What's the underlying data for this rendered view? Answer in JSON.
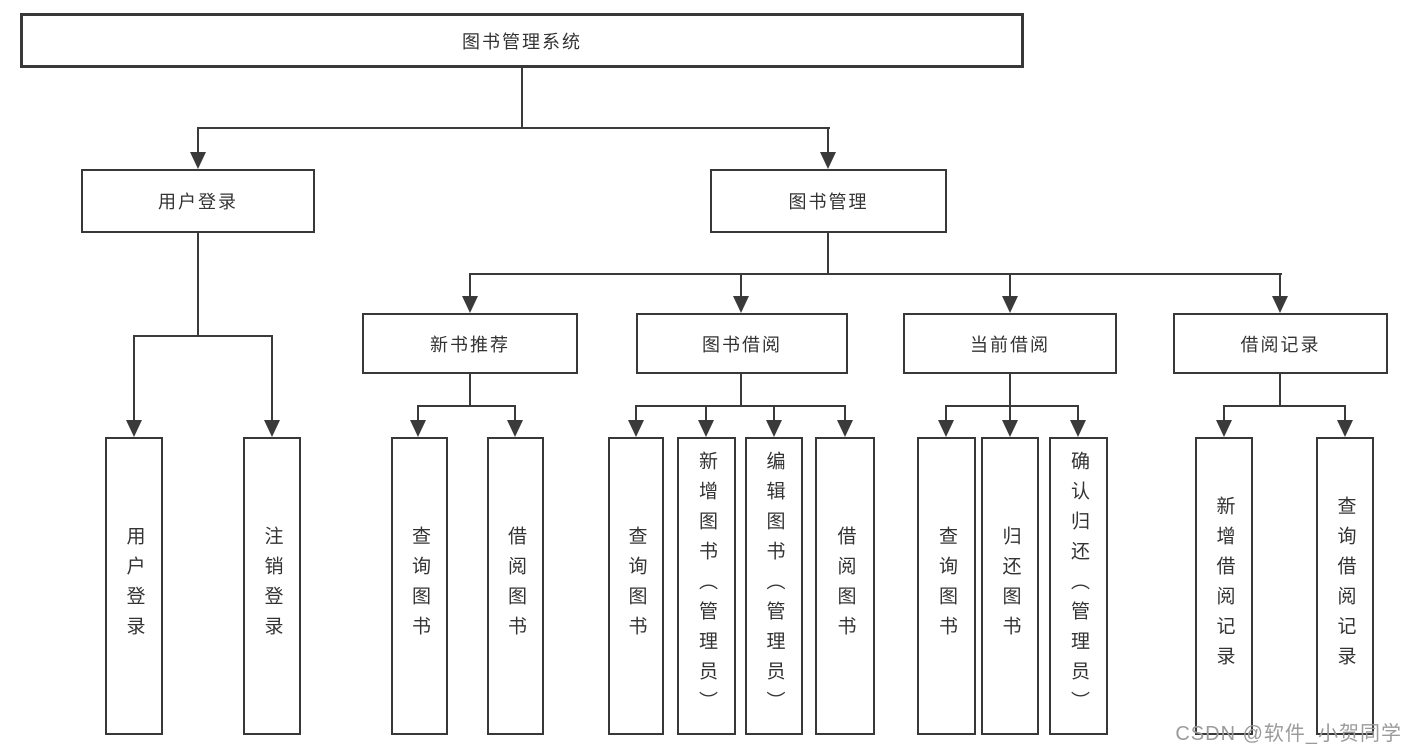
{
  "diagram": {
    "root": {
      "label": "图书管理系统"
    },
    "level2": [
      {
        "label": "用户登录"
      },
      {
        "label": "图书管理"
      }
    ],
    "level3": [
      {
        "label": "新书推荐"
      },
      {
        "label": "图书借阅"
      },
      {
        "label": "当前借阅"
      },
      {
        "label": "借阅记录"
      }
    ],
    "leaves": [
      {
        "label": "用户登录"
      },
      {
        "label": "注销登录"
      },
      {
        "label": "查询图书"
      },
      {
        "label": "借阅图书"
      },
      {
        "label": "查询图书"
      },
      {
        "label": "新增图书（管理员）"
      },
      {
        "label": "编辑图书（管理员）"
      },
      {
        "label": "借阅图书"
      },
      {
        "label": "查询图书"
      },
      {
        "label": "归还图书"
      },
      {
        "label": "确认归还（管理员）"
      },
      {
        "label": "新增借阅记录"
      },
      {
        "label": "查询借阅记录"
      }
    ],
    "watermark": "CSDN @软件_小贺同学",
    "colors": {
      "line": "#3a3a3a",
      "border": "#383838",
      "text": "#333333",
      "watermark": "#9b9b9b",
      "background": "#ffffff"
    }
  }
}
